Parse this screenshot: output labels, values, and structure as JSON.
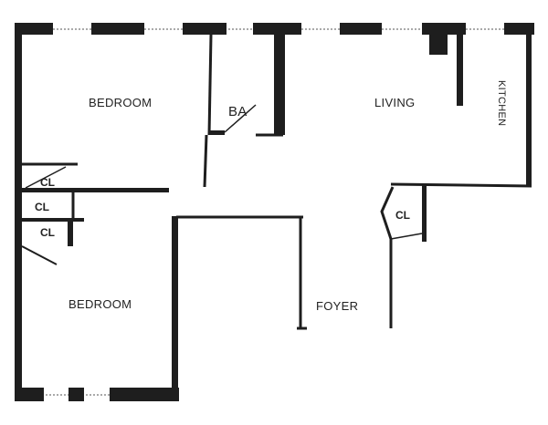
{
  "rooms": {
    "bedroom_top": "BEDROOM",
    "bath": "BA",
    "living": "LIVING",
    "kitchen": "KITCHEN",
    "closet_1": "CL",
    "closet_2": "CL",
    "closet_3": "CL",
    "closet_4": "CL",
    "bedroom_bottom": "BEDROOM",
    "foyer": "FOYER"
  },
  "colors": {
    "ink": "#1e1e1e",
    "paper": "#ffffff"
  }
}
